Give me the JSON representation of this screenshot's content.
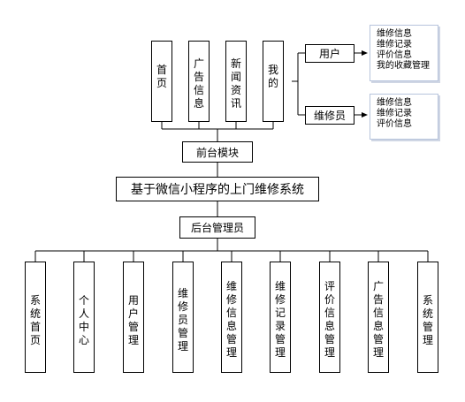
{
  "front": {
    "modules": [
      {
        "label": "首页"
      },
      {
        "label": "广告信息"
      },
      {
        "label": "新闻资讯"
      },
      {
        "label": "我的"
      }
    ],
    "title": "前台模块",
    "branches": [
      {
        "label": "用户",
        "items": [
          "维修信息",
          "维修记录",
          "评价信息",
          "我的收藏管理"
        ]
      },
      {
        "label": "维修员",
        "items": [
          "维修信息",
          "维修记录",
          "评价信息"
        ]
      }
    ]
  },
  "system_title": "基于微信小程序的上门维修系统",
  "back": {
    "title": "后台管理员",
    "modules": [
      {
        "label": "系统首页"
      },
      {
        "label": "个人中心"
      },
      {
        "label": "用户管理"
      },
      {
        "label": "维修员管理"
      },
      {
        "label": "维修信息管理"
      },
      {
        "label": "维修记录管理"
      },
      {
        "label": "评价信息管理"
      },
      {
        "label": "广告信息管理"
      },
      {
        "label": "系统管理"
      }
    ]
  }
}
